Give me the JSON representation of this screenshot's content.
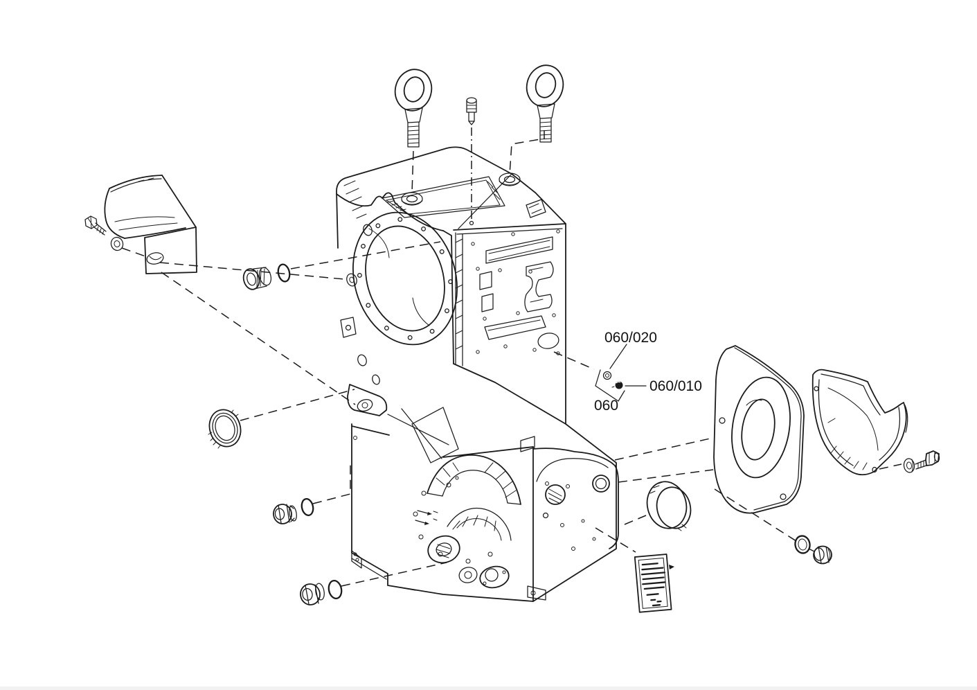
{
  "page": {
    "background_color": "#ffffff",
    "line_color": "#1b1b1b",
    "footer_strip_color": "#f2f2f2"
  },
  "diagram": {
    "kind": "exploded-parts-diagram",
    "subject": "gearbox-housing-with-covers-and-plugs",
    "callouts": {
      "washer": {
        "label": "060/020"
      },
      "screw_plug": {
        "label": "060/010"
      },
      "group": {
        "label": "060"
      }
    }
  }
}
